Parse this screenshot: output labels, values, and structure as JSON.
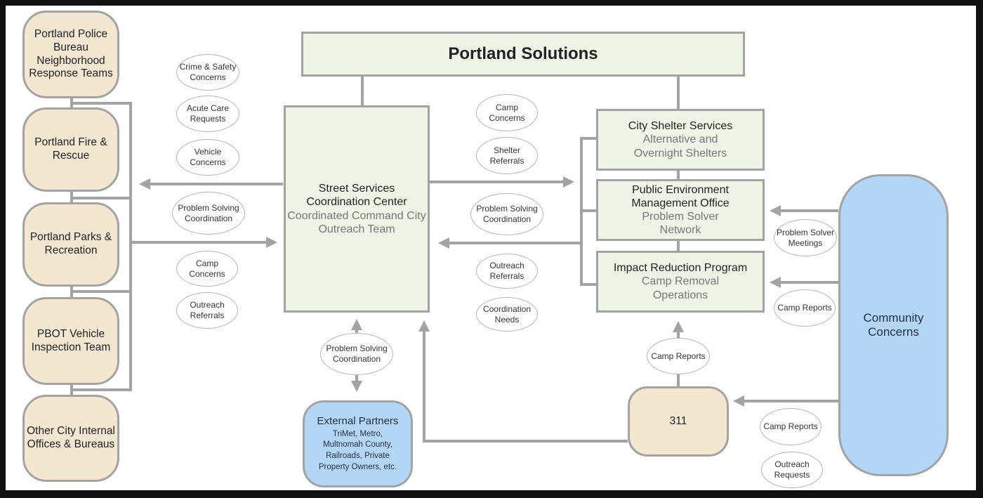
{
  "title": "Portland Solutions",
  "left_units": [
    "Portland Police Bureau Neighborhood Response Teams",
    "Portland Fire & Rescue",
    "Portland Parks & Recreation",
    "PBOT Vehicle Inspection Team",
    "Other City Internal Offices & Bureaus"
  ],
  "left_labels": [
    "Crime & Safety Concerns",
    "Acute Care Requests",
    "Vehicle Concerns",
    "Problem Solving Coordination",
    "Camp Concerns",
    "Outreach Referrals"
  ],
  "center": {
    "title": "Street Services Coordination Center",
    "subtitle": "Coordinated Command City Outreach Team"
  },
  "middle_labels": [
    "Camp Concerns",
    "Shelter Referrals",
    "Problem Solving Coordination",
    "Outreach Referrals",
    "Coordination Needs"
  ],
  "right_units": [
    {
      "title": "City Shelter Services",
      "subtitle": "Alternative and Overnight Shelters"
    },
    {
      "title": "Public Environment Management Office",
      "subtitle": "Problem Solver Network"
    },
    {
      "title": "Impact Reduction Program",
      "subtitle": "Camp Removal Operations"
    }
  ],
  "community": "Community Concerns",
  "community_labels": [
    "Problem Solver Meetings",
    "Camp Reports",
    "Camp Reports",
    "Outreach Requests"
  ],
  "three11": {
    "title": "311",
    "label": "Camp Reports"
  },
  "external": {
    "title": "External Partners",
    "subtitle": "TriMet, Metro, Multnomah County, Railroads, Private Property Owners, etc.",
    "label": "Problem Solving Coordination"
  },
  "colors": {
    "beige": "#f3e7d2",
    "green": "#eef4e6",
    "blue": "#b3d6f7",
    "line": "#a3a3a3"
  }
}
